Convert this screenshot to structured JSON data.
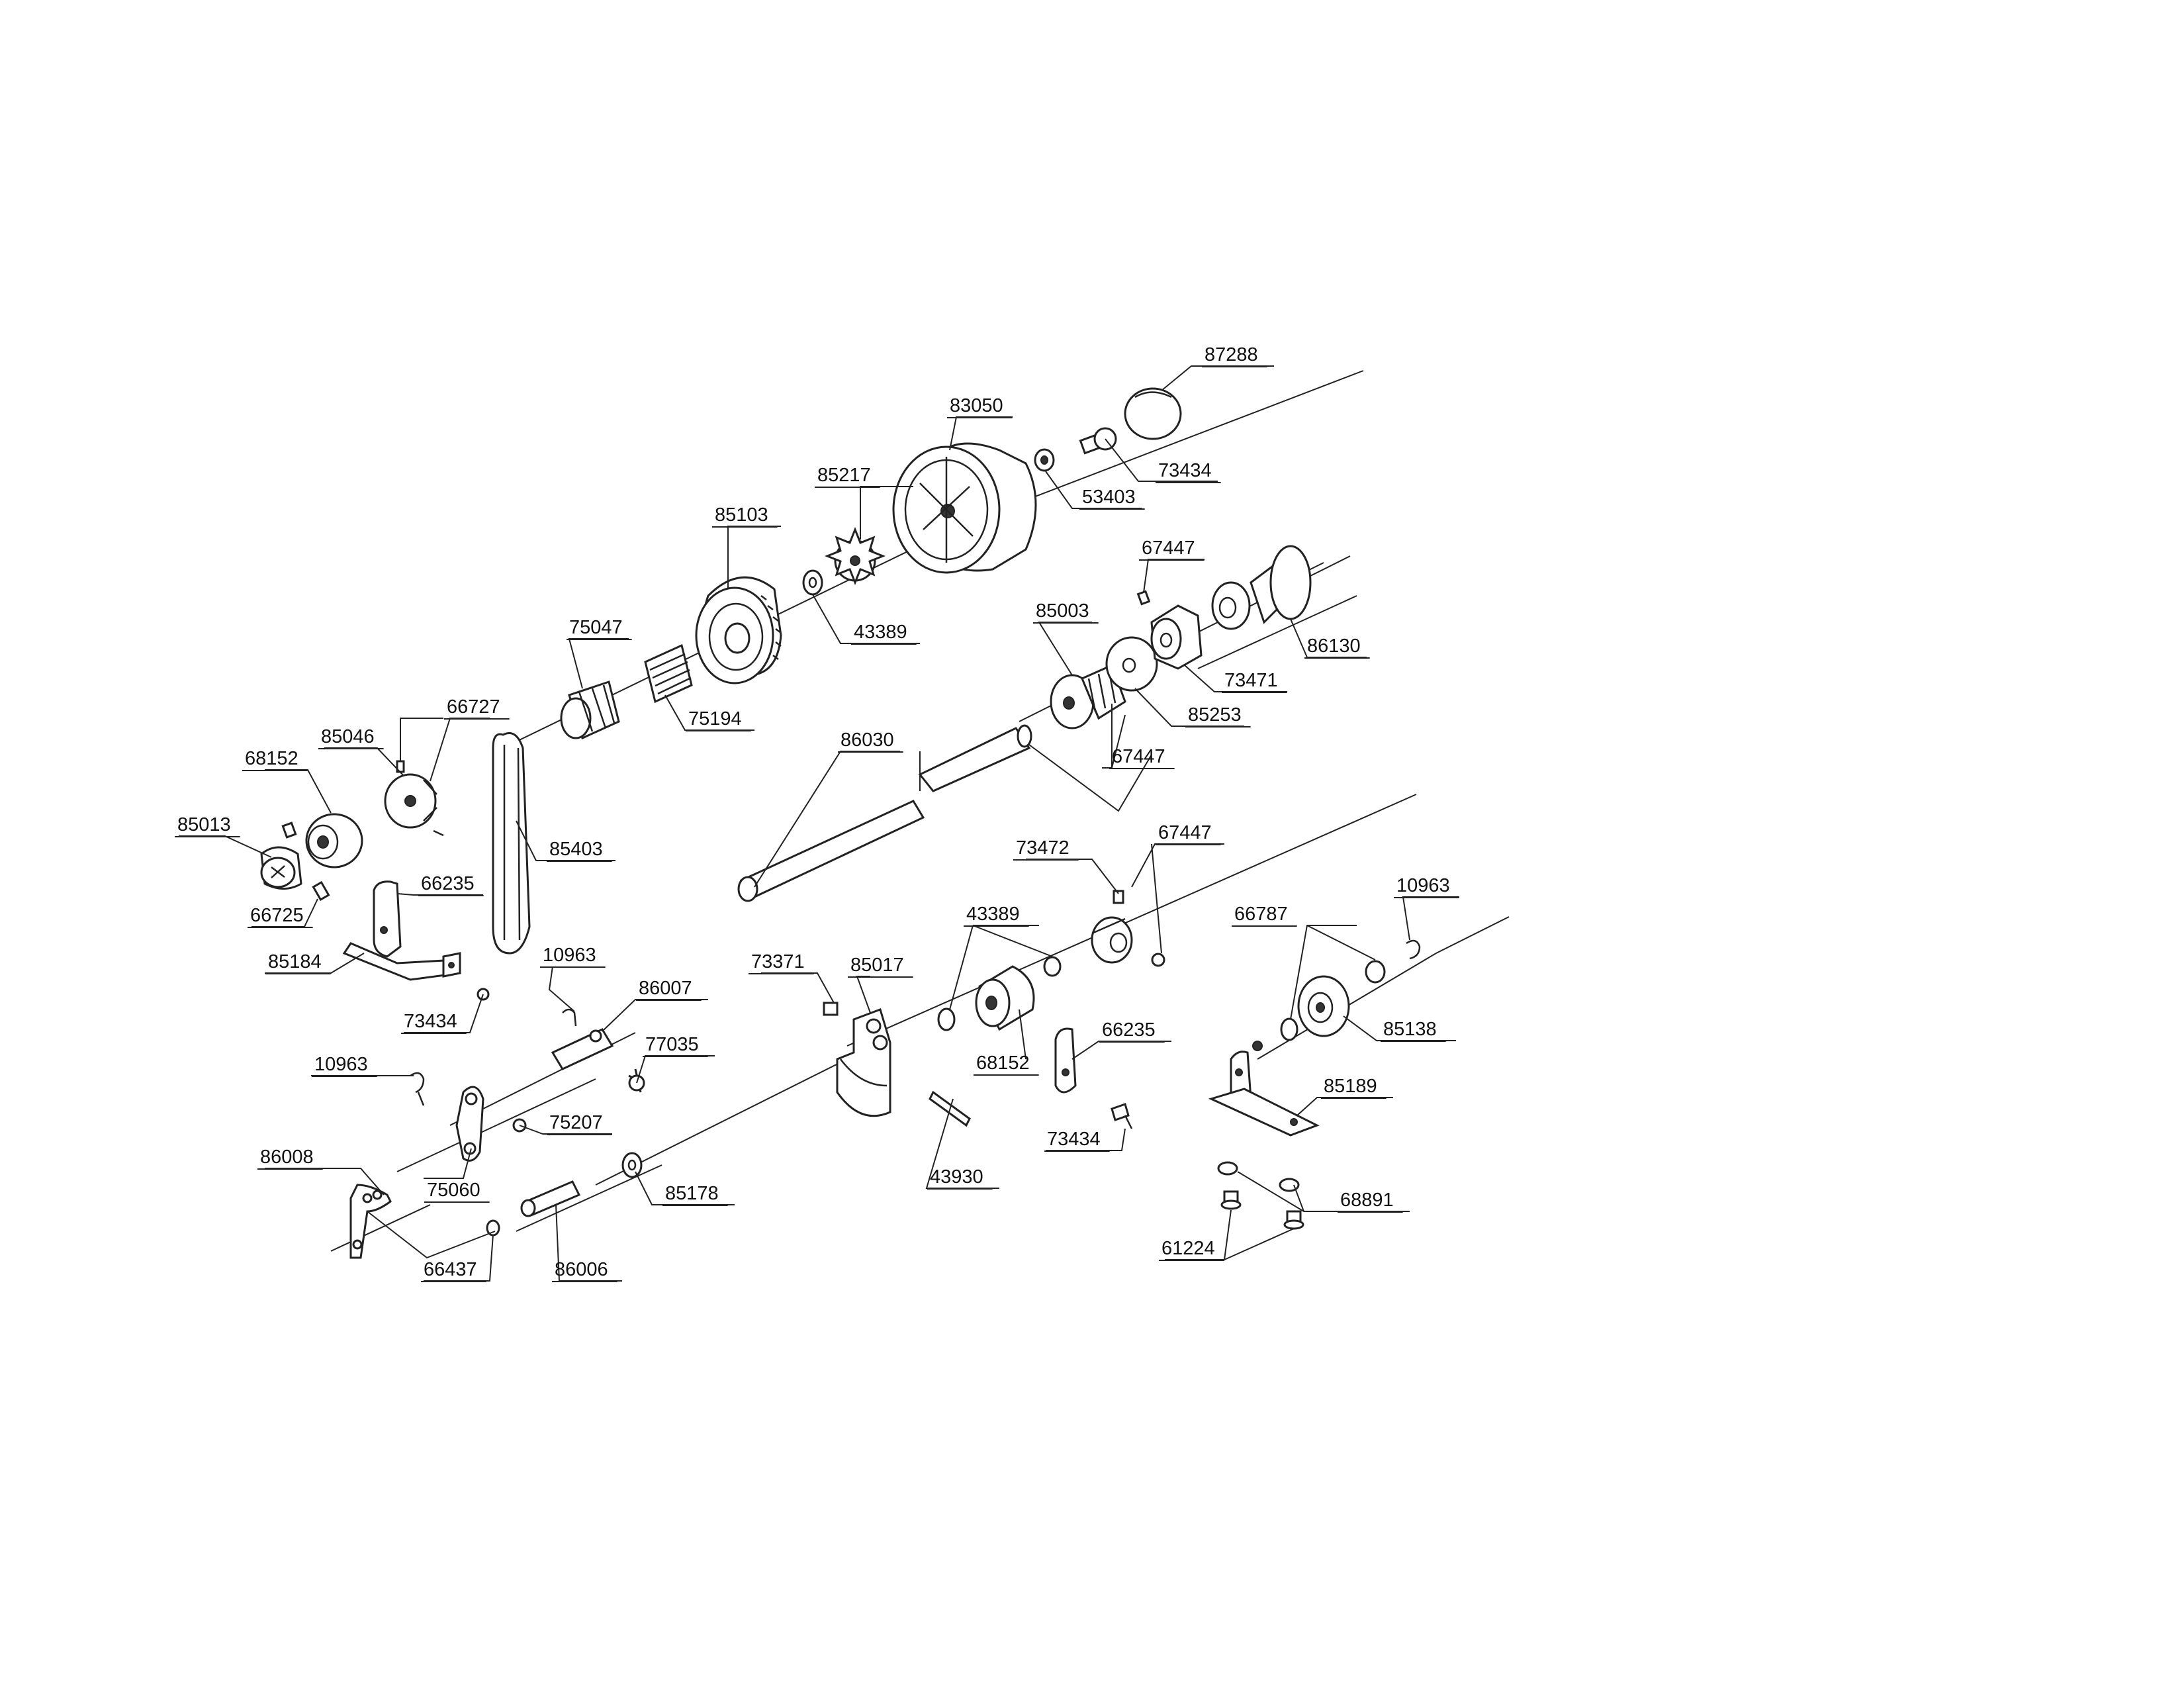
{
  "part_numbers": [
    "87288",
    "83050",
    "73434",
    "53403",
    "85217",
    "85103",
    "43389",
    "67447",
    "85003",
    "86130",
    "73471",
    "75047",
    "75194",
    "85253",
    "66727",
    "85046",
    "86030",
    "68152",
    "85013",
    "85403",
    "66235",
    "66725",
    "85184",
    "73472",
    "10963",
    "43389",
    "66787",
    "73371",
    "85017",
    "86007",
    "85138",
    "73434",
    "77035",
    "66235",
    "10963",
    "68152",
    "85189",
    "75207",
    "86008",
    "75060",
    "85178",
    "43930",
    "73434",
    "68891",
    "66437",
    "86006",
    "61224",
    "67447",
    "67447"
  ]
}
